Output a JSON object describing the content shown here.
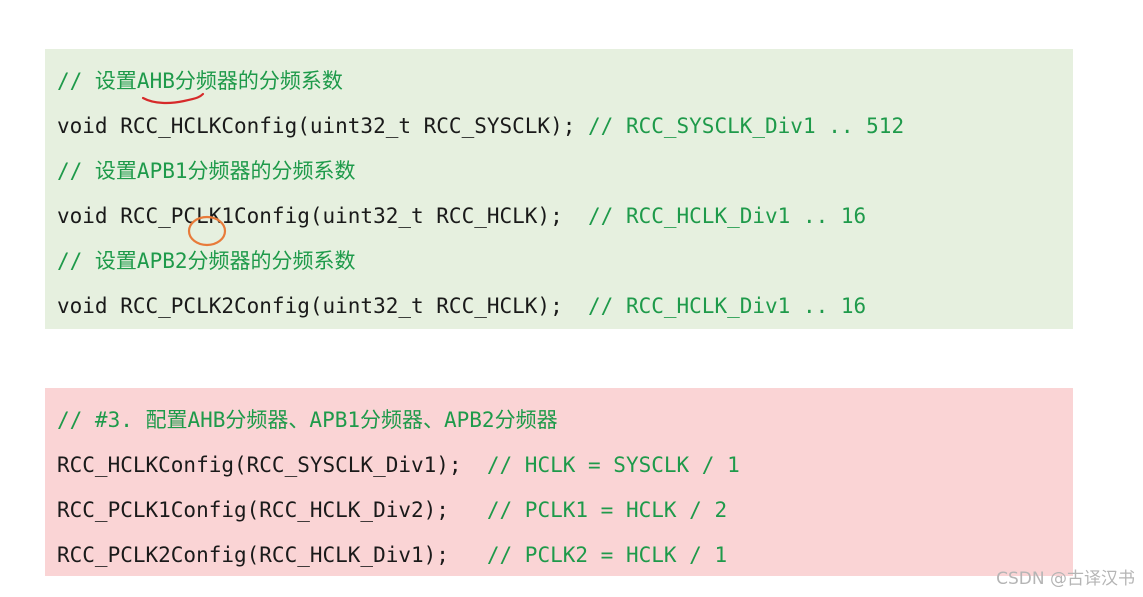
{
  "colors": {
    "green_block_bg": "#e6f0df",
    "red_block_bg": "#fad4d5",
    "comment": "#1e9a4a",
    "code": "#1a1a1a",
    "annotation_red": "#d62a2a",
    "annotation_orange": "#e87b3a"
  },
  "green_block": {
    "comment1": "// 设置AHB分频器的分频系数",
    "code1": "void RCC_HCLKConfig(uint32_t RCC_SYSCLK); ",
    "code1_comment": "// RCC_SYSCLK_Div1 .. 512",
    "comment2": "// 设置APB1分频器的分频系数",
    "code2": "void RCC_PCLK1Config(uint32_t RCC_HCLK);  ",
    "code2_comment": "// RCC_HCLK_Div1 .. 16",
    "comment3": "// 设置APB2分频器的分频系数",
    "code3": "void RCC_PCLK2Config(uint32_t RCC_HCLK);  ",
    "code3_comment": "// RCC_HCLK_Div1 .. 16"
  },
  "red_block": {
    "comment1": "// #3. 配置AHB分频器、APB1分频器、APB2分频器",
    "code1": "RCC_HCLKConfig(RCC_SYSCLK_Div1);  ",
    "code1_comment": "// HCLK = SYSCLK / 1",
    "code2": "RCC_PCLK1Config(RCC_HCLK_Div2);   ",
    "code2_comment": "// PCLK1 = HCLK / 2",
    "code3": "RCC_PCLK2Config(RCC_HCLK_Div1);   ",
    "code3_comment": "// PCLK2 = HCLK / 1"
  },
  "watermark": "CSDN @古译汉书"
}
